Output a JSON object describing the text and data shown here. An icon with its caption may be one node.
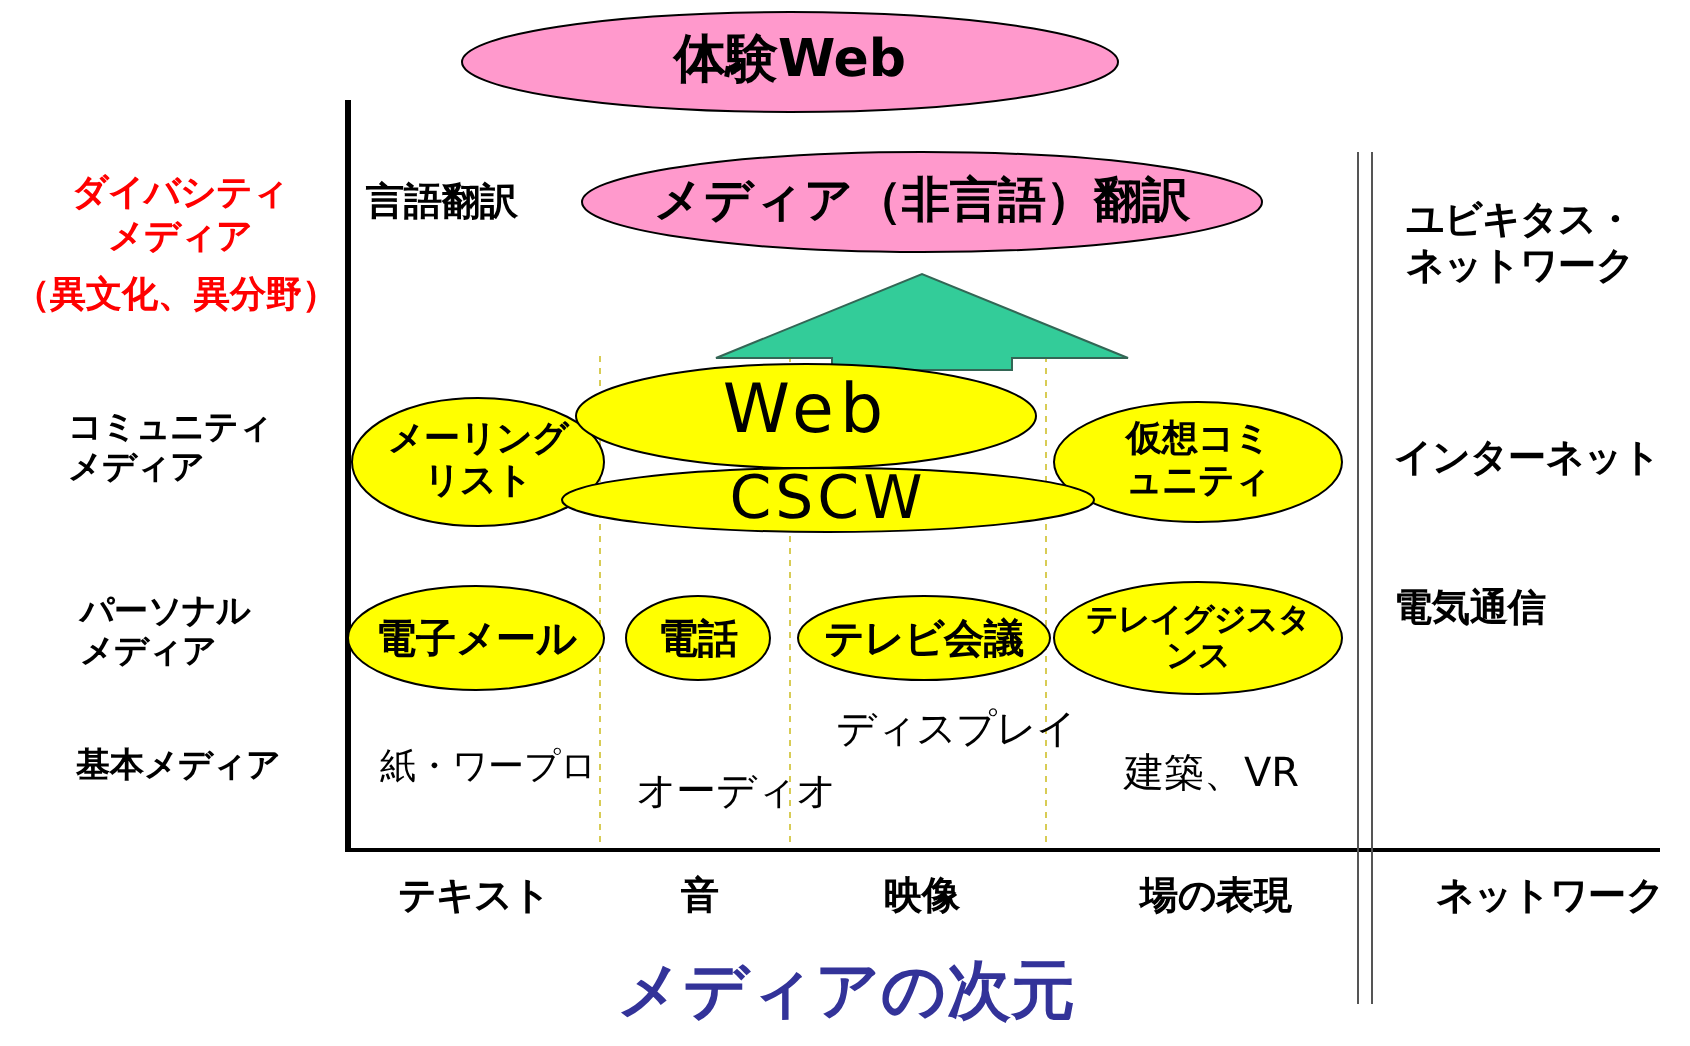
{
  "diagram": {
    "caption": "メディアの次元",
    "nodes": [
      {
        "text": [
          "体験Web"
        ]
      },
      {
        "text": [
          "メディア（非言語）翻訳"
        ]
      },
      {
        "text": [
          "メーリングリスト"
        ]
      },
      {
        "text": [
          "Web"
        ]
      },
      {
        "text": [
          "CSCW"
        ]
      },
      {
        "text": [
          "仮想コミュニティ"
        ]
      },
      {
        "text": [
          "電子メール"
        ]
      },
      {
        "text": [
          "電話"
        ]
      },
      {
        "text": [
          "テレビ会議"
        ]
      },
      {
        "text": [
          "テレイグジスタンス"
        ]
      }
    ],
    "edges": [
      {
        "from": 3,
        "to": 1,
        "arrow": "to",
        "style": "thick",
        "color": "#33cc99"
      }
    ],
    "labels": [
      "言語翻訳",
      "ダイバシティメディア",
      "（異文化、異分野）",
      "コミュニティメディア",
      "パーソナルメディア",
      "基本メディア",
      "ユビキタス・ネットワーク",
      "インターネット",
      "電気通信",
      "紙・ワープロ",
      "ディスプレイ",
      "オーディオ",
      "建築、VR",
      "テキスト",
      "音",
      "映像",
      "場の表現",
      "ネットワーク"
    ]
  }
}
